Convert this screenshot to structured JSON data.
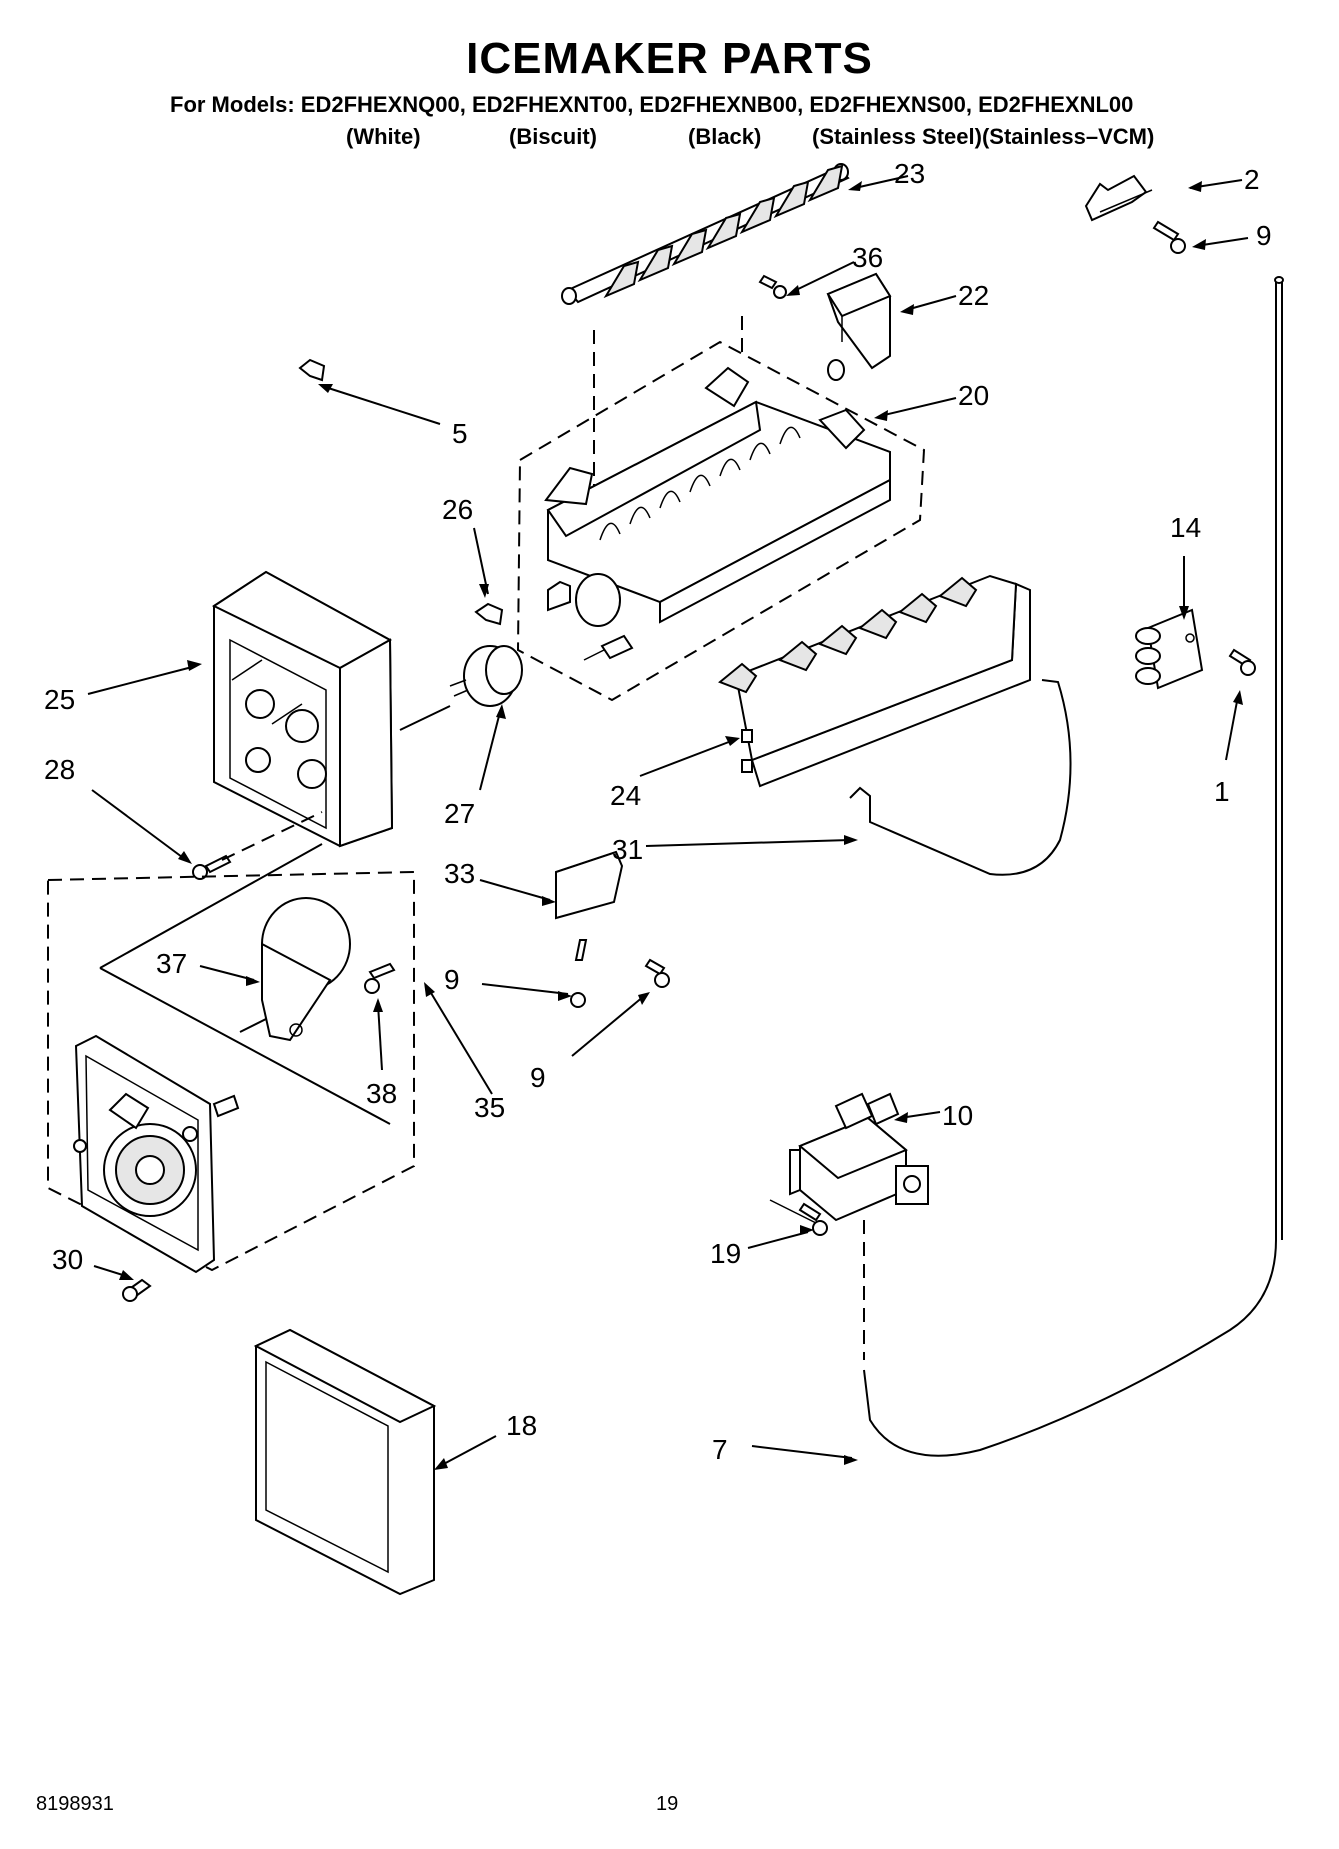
{
  "title": "ICEMAKER PARTS",
  "models_line": "For Models: ED2FHEXNQ00, ED2FHEXNT00, ED2FHEXNB00, ED2FHEXNS00, ED2FHEXNL00",
  "colors": [
    "(White)",
    "(Biscuit)",
    "(Black)",
    "(Stainless Steel)(Stainless–VCM)"
  ],
  "callouts": {
    "c23": "23",
    "c2": "2",
    "c9a": "9",
    "c36": "36",
    "c22": "22",
    "c5": "5",
    "c20": "20",
    "c26": "26",
    "c14": "14",
    "c25": "25",
    "c28": "28",
    "c27": "27",
    "c24": "24",
    "c1": "1",
    "c31": "31",
    "c33": "33",
    "c37": "37",
    "c9b": "9",
    "c38": "38",
    "c35": "35",
    "c9c": "9",
    "c10": "10",
    "c30": "30",
    "c19": "19",
    "c18": "18",
    "c7": "7"
  },
  "footer": {
    "doc_number": "8198931",
    "page_number": "19"
  }
}
